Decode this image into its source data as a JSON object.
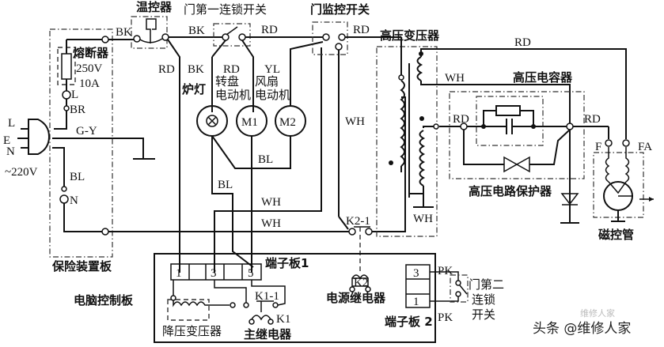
{
  "diagram": {
    "components": {
      "thermostat": "温控器",
      "door_first_interlock": "门第一连锁开关",
      "door_monitor_switch": "门监控开关",
      "hv_transformer": "高压变压器",
      "hv_capacitor": "高压电容器",
      "hv_protector": "高压电路保护器",
      "magnetron": "磁控管",
      "fuse": "熔断器",
      "fuse_rating_v": "250V",
      "fuse_rating_a": "10A",
      "protection_board": "保险装置板",
      "oven_lamp": "炉灯",
      "turntable_motor_1": "转盘",
      "turntable_motor_2": "电动机",
      "fan_motor_1": "风扇",
      "fan_motor_2": "电动机",
      "m1": "M1",
      "m2": "M2",
      "terminal_board_1": "端子板1",
      "terminal_board_2": "端子板 2",
      "computer_control_board": "电脑控制板",
      "power_relay": "电源继电器",
      "stepdown_transformer": "降压变压器",
      "main_relay": "主继电器",
      "door_second_interlock_1": "门第二",
      "door_second_interlock_2": "连锁",
      "door_second_interlock_3": "开关",
      "k1": "K1",
      "k1_1": "K1-1",
      "k2": "K2",
      "k2_1": "K2-1",
      "f": "F",
      "fa": "FA",
      "plug_l": "L",
      "plug_e": "E",
      "plug_n": "N",
      "voltage": "~220V",
      "term_l": "L",
      "term_br": "BR",
      "term_n": "N"
    },
    "terminal_numbers": {
      "t1": "1",
      "t3": "3",
      "t5": "5",
      "tb2_top": "3",
      "tb2_bottom": "1"
    },
    "wire_colors": {
      "bk1": "BK",
      "bk2": "BK",
      "bk3": "BK",
      "rd_lamp": "RD",
      "rd_top": "RD",
      "rd_mon": "RD",
      "rd_turntable": "RD",
      "rd_hv_top": "RD",
      "rd_cap": "RD",
      "rd_mag": "RD",
      "yl": "YL",
      "gy": "G-Y",
      "bl_n": "BL",
      "bl_mid": "BL",
      "bl_low": "BL",
      "wh_mid": "WH",
      "wh_1": "WH",
      "wh_2": "WH",
      "wh_trans": "WH",
      "wh_gnd": "WH",
      "pk_top": "PK",
      "pk_bottom": "PK"
    },
    "watermark": {
      "main": "头条 @维修人家",
      "faint": "维修人家"
    }
  }
}
